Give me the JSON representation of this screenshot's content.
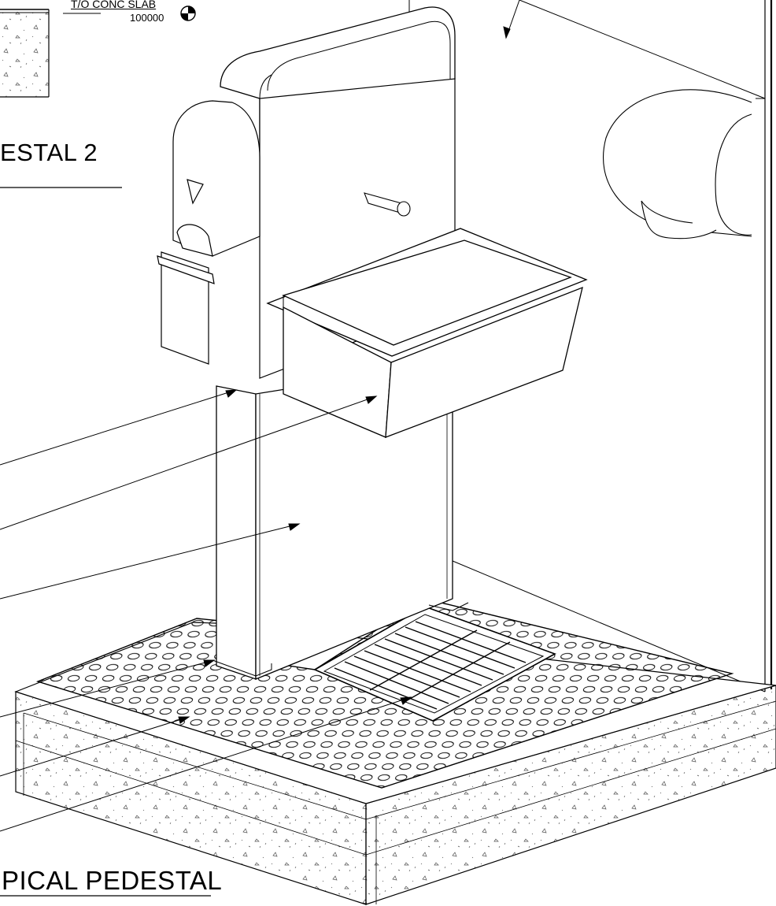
{
  "level_marker": {
    "label": "T/O CONC SLAB",
    "elevation": "100000"
  },
  "titles": {
    "pedestal_2": "ESTAL 2",
    "typical_pedestal": "PICAL PEDESTAL"
  }
}
